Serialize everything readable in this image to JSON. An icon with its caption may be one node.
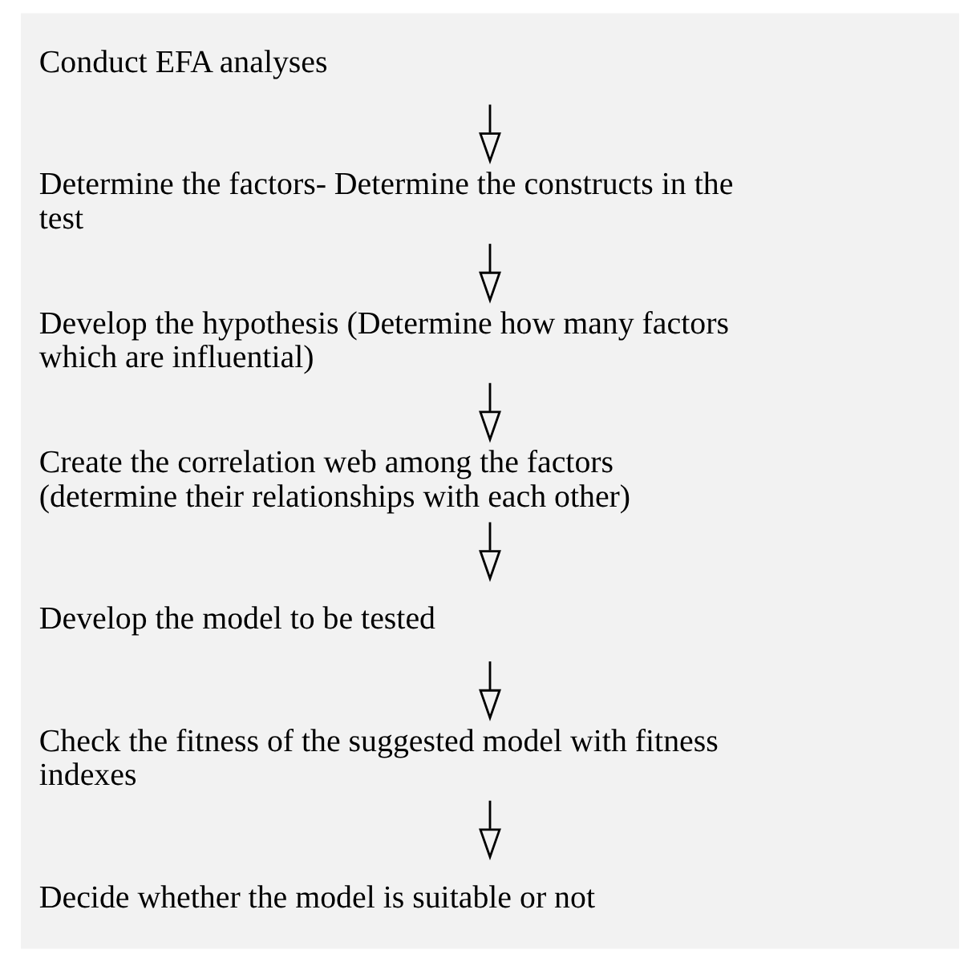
{
  "diagram": {
    "nodes": [
      {
        "text": [
          "Conduct EFA analyses"
        ]
      },
      {
        "text": [
          "Determine the factors- Determine the constructs in the test"
        ]
      },
      {
        "text": [
          "Develop the hypothesis (Determine how many factors which are influential)"
        ]
      },
      {
        "text": [
          "Create the correlation web among the factors (determine their relationships with each other)"
        ]
      },
      {
        "text": [
          "Develop the model to be tested"
        ]
      },
      {
        "text": [
          "Check the fitness of the suggested model with fitness indexes"
        ]
      },
      {
        "text": [
          "Decide whether the model is suitable or not"
        ]
      }
    ],
    "edges": [
      {
        "from": 0,
        "to": 1,
        "arrow": "to"
      },
      {
        "from": 1,
        "to": 2,
        "arrow": "to"
      },
      {
        "from": 2,
        "to": 3,
        "arrow": "to"
      },
      {
        "from": 3,
        "to": 4,
        "arrow": "to"
      },
      {
        "from": 4,
        "to": 5,
        "arrow": "to"
      },
      {
        "from": 5,
        "to": 6,
        "arrow": "to"
      }
    ]
  }
}
